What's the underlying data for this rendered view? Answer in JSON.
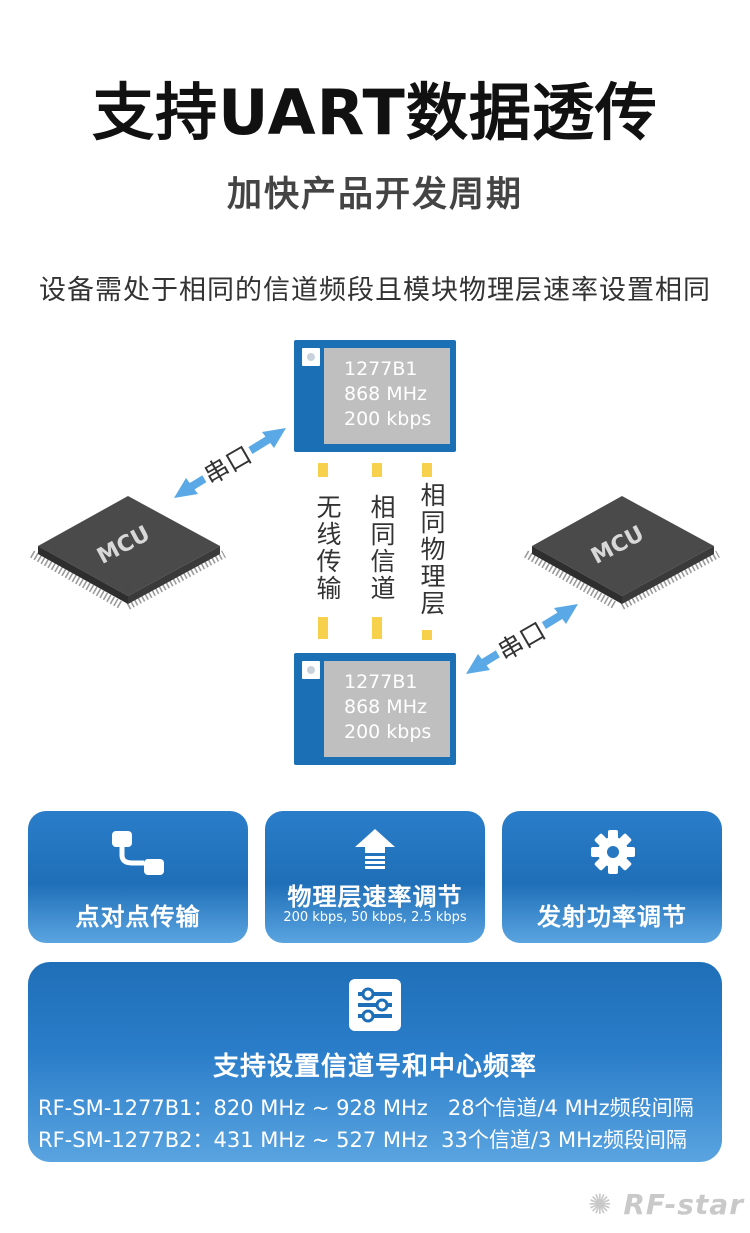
{
  "header": {
    "title": "支持UART数据透传",
    "subtitle": "加快产品开发周期",
    "note": "设备需处于相同的信道频段且模块物理层速率设置相同"
  },
  "module_top": {
    "model": "1277B1",
    "freq": "868 MHz",
    "rate": "200 kbps"
  },
  "module_bottom": {
    "model": "1277B1",
    "freq": "868 MHz",
    "rate": "200 kbps"
  },
  "mcu_label": "MCU",
  "serial_label": "串口",
  "link_labels": [
    "无线传输",
    "相同信道",
    "相同物理层"
  ],
  "features": [
    {
      "title": "点对点传输",
      "sub": ""
    },
    {
      "title": "物理层速率调节",
      "sub": "200 kbps, 50 kbps, 2.5 kbps"
    },
    {
      "title": "发射功率调节",
      "sub": ""
    }
  ],
  "channel_panel": {
    "title": "支持设置信道号和中心频率",
    "specs": [
      "RF-SM-1277B1：820 MHz ~ 928 MHz   28个信道/4 MHz频段间隔",
      "RF-SM-1277B2：431 MHz ~ 527 MHz  33个信道/3 MHz频段间隔"
    ]
  },
  "brand": "RF-star",
  "colors": {
    "accent_blue": "#1f6fb8",
    "arrow_blue": "#5aa9e6",
    "dash_yellow": "#f7d14c"
  }
}
